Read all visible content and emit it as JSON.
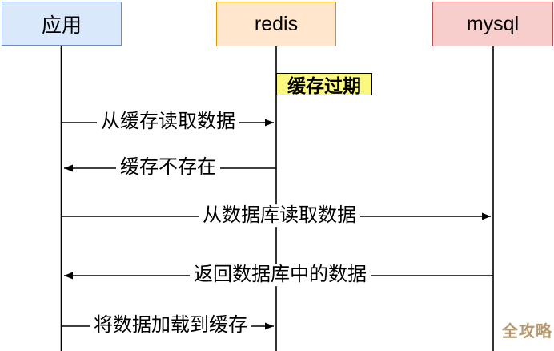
{
  "diagram": {
    "type": "sequence-diagram",
    "actors": [
      {
        "id": "app",
        "label": "应用",
        "fill": "#dae8fc",
        "border": "#6c8ebf"
      },
      {
        "id": "redis",
        "label": "redis",
        "fill": "#ffe6cc",
        "border": "#d79b00"
      },
      {
        "id": "mysql",
        "label": "mysql",
        "fill": "#f8cecc",
        "border": "#b85450"
      }
    ],
    "note": {
      "label": "缓存过期",
      "fill": "#fbf87f",
      "border": "#000000",
      "attached_to": "redis"
    },
    "messages": [
      {
        "from": "app",
        "to": "redis",
        "direction": "right",
        "label": "从缓存读取数据"
      },
      {
        "from": "redis",
        "to": "app",
        "direction": "left",
        "label": "缓存不存在"
      },
      {
        "from": "app",
        "to": "mysql",
        "direction": "right",
        "label": "从数据库读取数据"
      },
      {
        "from": "mysql",
        "to": "app",
        "direction": "left",
        "label": "返回数据库中的数据"
      },
      {
        "from": "app",
        "to": "redis",
        "direction": "right",
        "label": "将数据加载到缓存"
      }
    ],
    "watermark": {
      "label": "全攻略",
      "color": "#b4986e"
    },
    "line_color": "#000000",
    "background": "#ffffff"
  }
}
